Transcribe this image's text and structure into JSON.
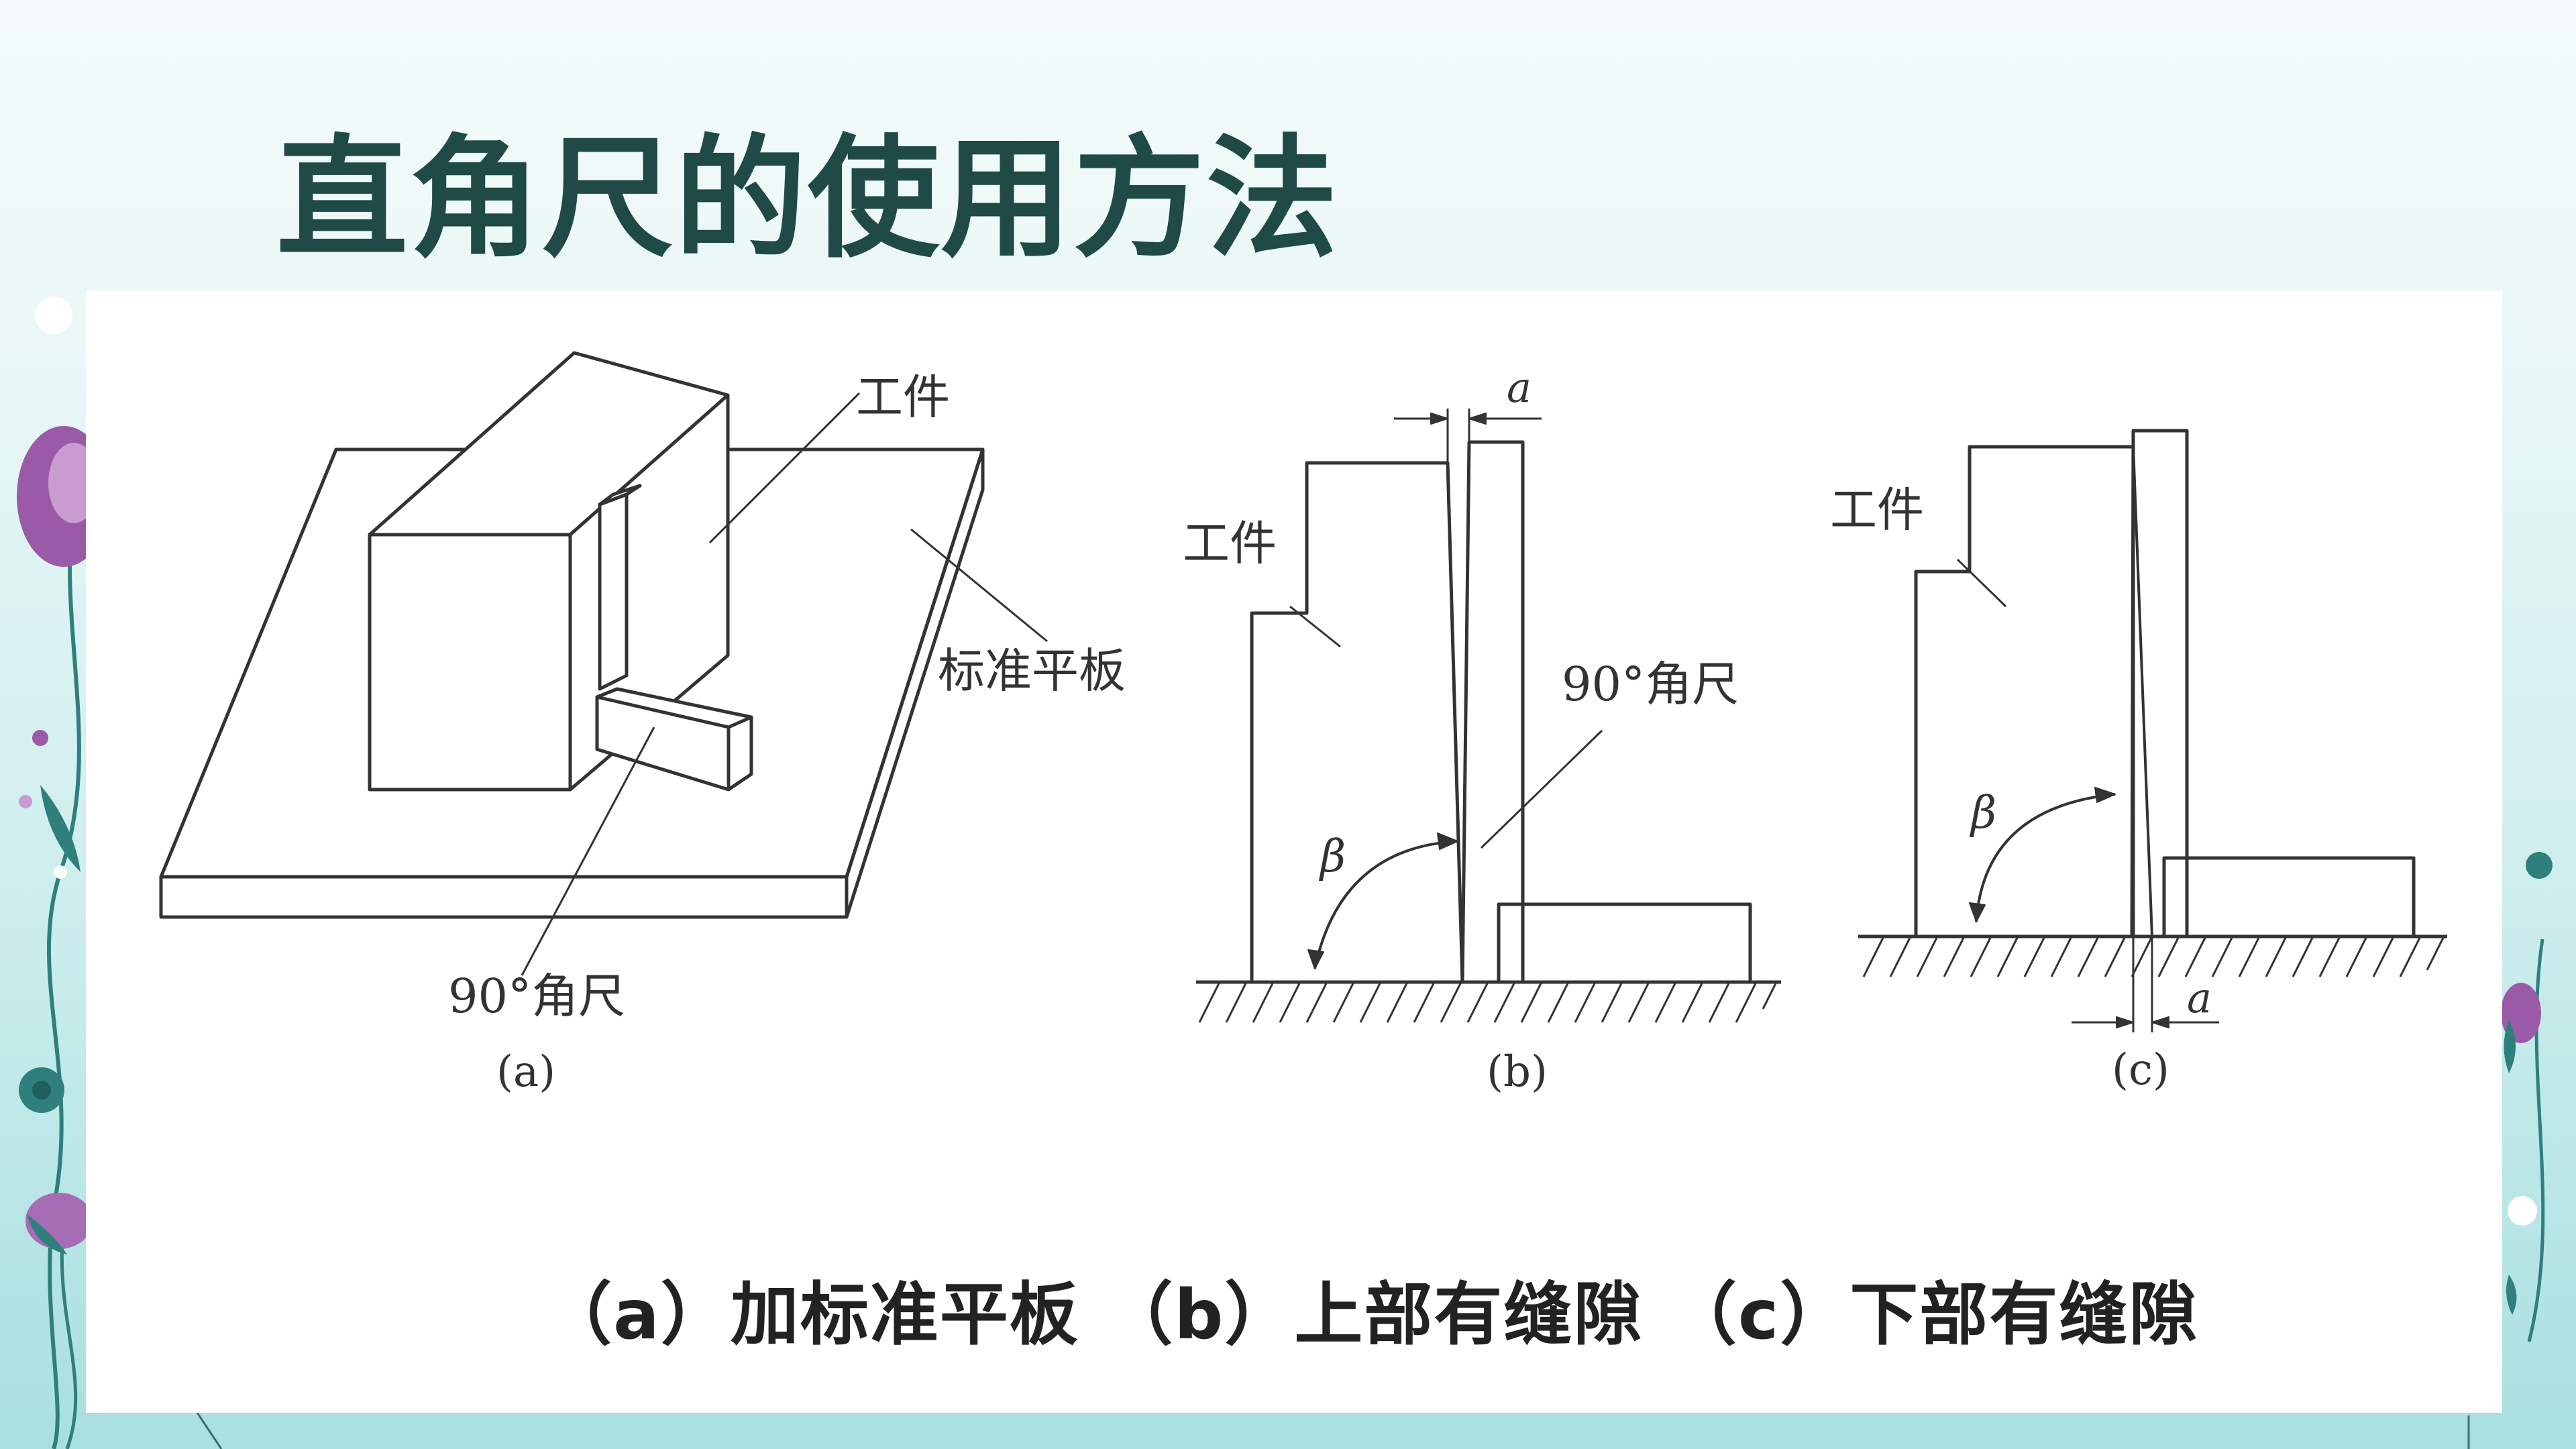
{
  "slide": {
    "title": "直角尺的使用方法",
    "caption": "（a）加标准平板 （b）上部有缝隙 （c）下部有缝隙"
  },
  "figure": {
    "a": {
      "workpiece_label": "工件",
      "plate_label": "标准平板",
      "square_label": "90°角尺",
      "panel_label": "(a)"
    },
    "b": {
      "gap_label": "a",
      "workpiece_label": "工件",
      "square_label": "90°角尺",
      "angle_label": "β",
      "panel_label": "(b)"
    },
    "c": {
      "workpiece_label": "工件",
      "angle_label": "β",
      "gap_label": "a",
      "panel_label": "(c)"
    }
  },
  "colors": {
    "title": "#1f4a45",
    "line": "#333333",
    "flower_purple": "#9b5aa8",
    "leaf_teal": "#2f7f7c"
  }
}
